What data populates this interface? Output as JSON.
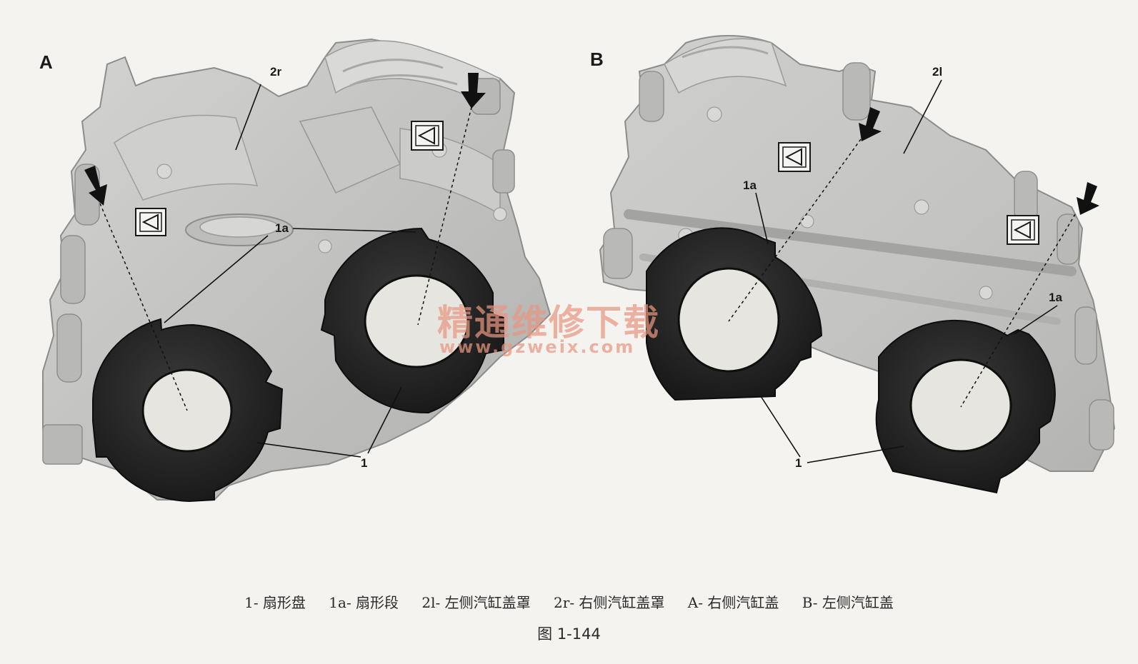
{
  "panels": {
    "a": {
      "letter": "A",
      "part_label": "2r",
      "segment_label": "1a",
      "disc_label": "1"
    },
    "b": {
      "letter": "B",
      "part_label": "2l",
      "segment_label_1": "1a",
      "segment_label_2": "1a",
      "disc_label": "1"
    }
  },
  "watermark": {
    "text_cn": "精通维修下载",
    "url": "www.gzweix.com",
    "color": "#e89680"
  },
  "legend": {
    "items": [
      "1- 扇形盘",
      "1a- 扇形段",
      "2l- 左侧汽缸盖罩",
      "2r- 右侧汽缸盖罩",
      "A- 右侧汽缸盖",
      "B- 左侧汽缸盖"
    ]
  },
  "figure_number": "图 1-144",
  "colors": {
    "casting": "#c9c9c7",
    "disc": "#1e1e1e",
    "background": "#f4f3ef"
  }
}
